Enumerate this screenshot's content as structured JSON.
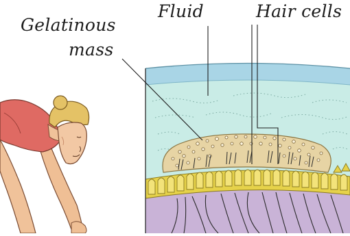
{
  "labels": {
    "gelatinous_line1": "Gelatinous",
    "gelatinous_line2": "mass",
    "fluid": "Fluid",
    "hair_cells": "Hair cells"
  },
  "colors": {
    "fluid": "#c9ece6",
    "fluid_top": "#a9d5e6",
    "gel": "#e7d4a4",
    "cells": "#e6d24a",
    "tissue": "#c9b3d7",
    "skin": "#f0c29a",
    "hair": "#e4c266",
    "shirt": "#df6a63"
  }
}
